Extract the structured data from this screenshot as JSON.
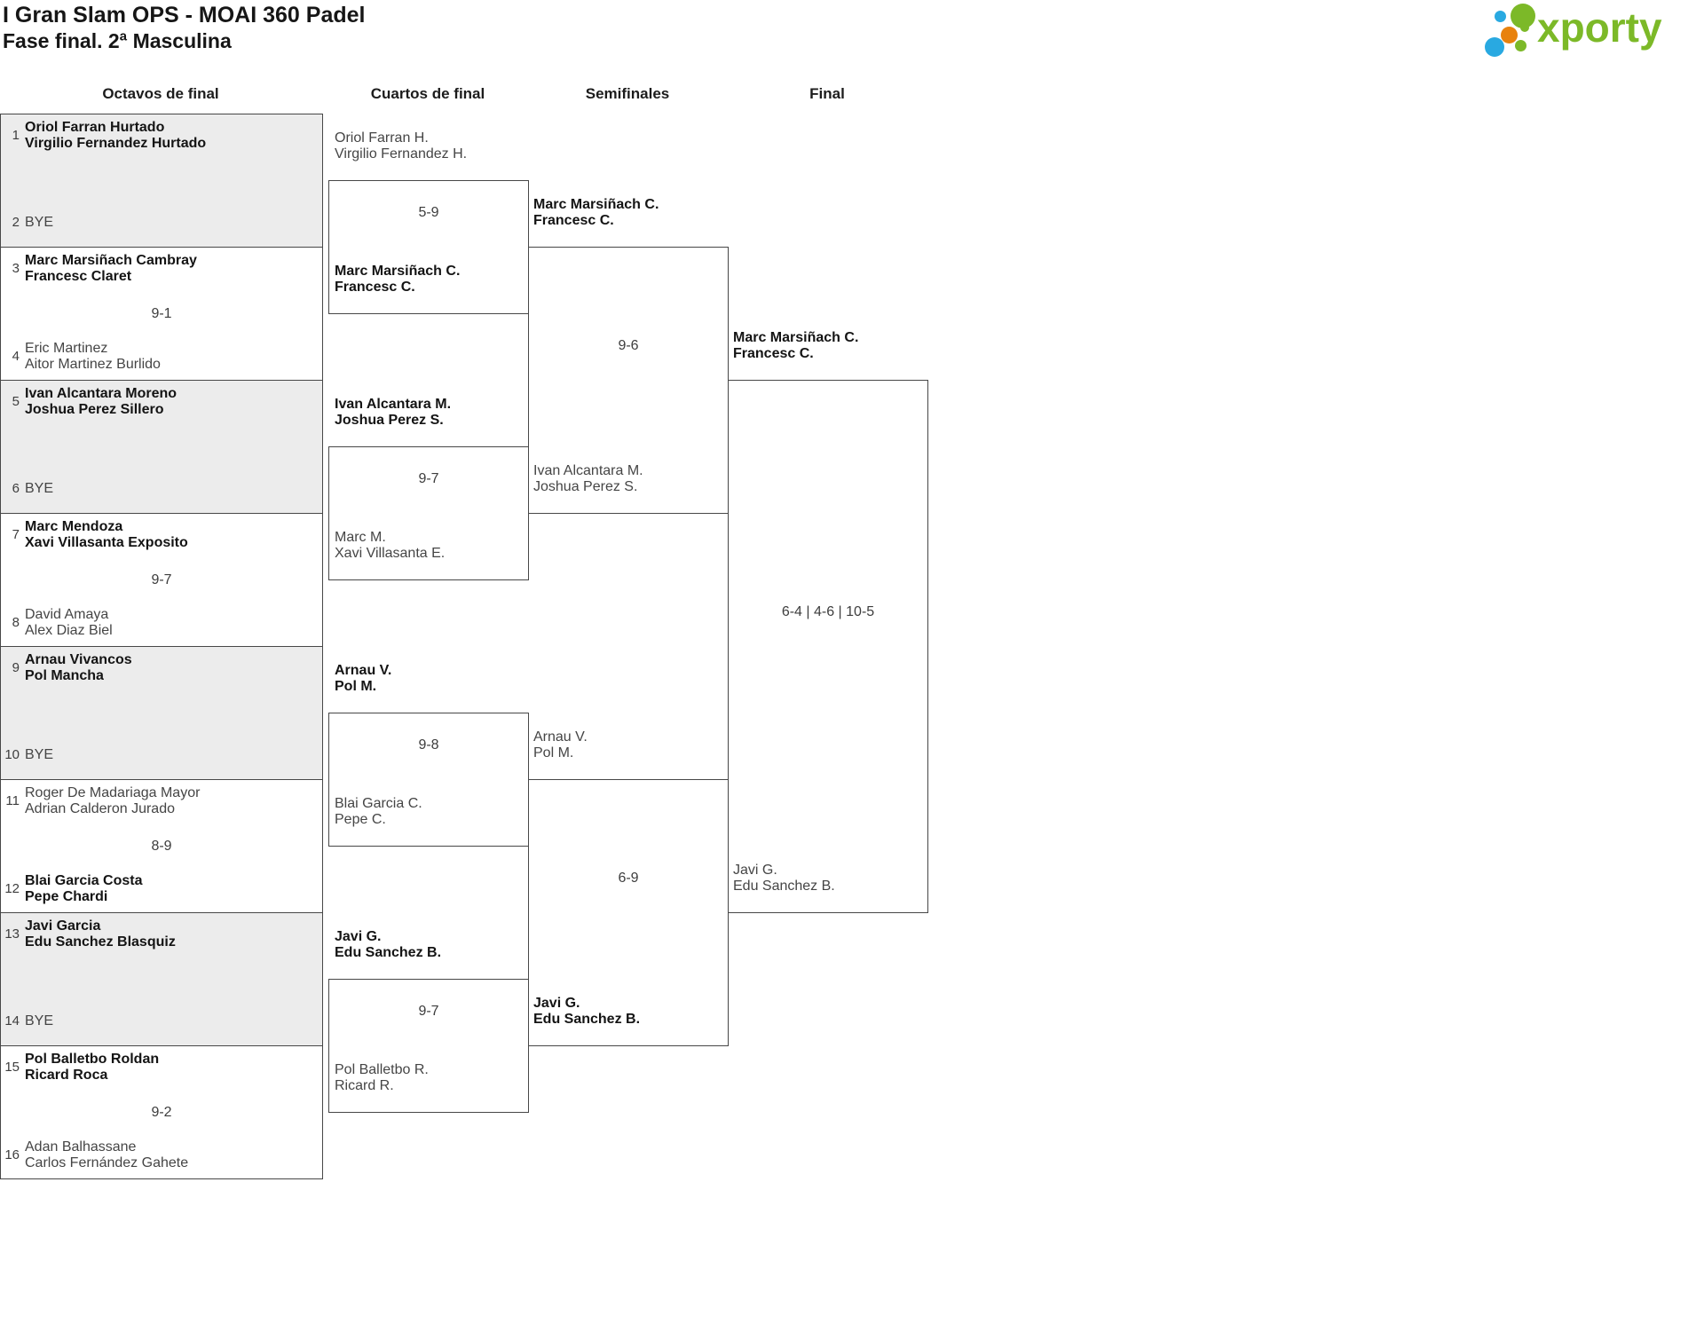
{
  "header": {
    "title_line1": "I Gran Slam OPS - MOAI 360 Padel",
    "title_line2": "Fase final. 2ª Masculina"
  },
  "brand": {
    "wordmark": "xporty"
  },
  "round_headers": {
    "octavos": "Octavos de final",
    "cuartos": "Cuartos de final",
    "semifinales": "Semifinales",
    "final": "Final"
  },
  "octavos": [
    {
      "seed_a": "1",
      "team_a": "Oriol Farran Hurtado\nVirgilio Fernandez Hurtado",
      "bold_a": true,
      "seed_b": "2",
      "team_b": "BYE",
      "bold_b": false
    },
    {
      "seed_a": "3",
      "team_a": "Marc Marsiñach Cambray\nFrancesc Claret",
      "bold_a": true,
      "score": "9-1",
      "seed_b": "4",
      "team_b": "Eric Martinez\nAitor Martinez Burlido",
      "bold_b": false
    },
    {
      "seed_a": "5",
      "team_a": "Ivan Alcantara Moreno\nJoshua Perez Sillero",
      "bold_a": true,
      "seed_b": "6",
      "team_b": "BYE",
      "bold_b": false
    },
    {
      "seed_a": "7",
      "team_a": "Marc Mendoza\nXavi Villasanta Exposito",
      "bold_a": true,
      "score": "9-7",
      "seed_b": "8",
      "team_b": "David Amaya\nAlex Diaz Biel",
      "bold_b": false
    },
    {
      "seed_a": "9",
      "team_a": "Arnau Vivancos\nPol Mancha",
      "bold_a": true,
      "seed_b": "10",
      "team_b": "BYE",
      "bold_b": false
    },
    {
      "seed_a": "11",
      "team_a": "Roger De Madariaga Mayor\nAdrian Calderon Jurado",
      "bold_a": false,
      "score": "8-9",
      "seed_b": "12",
      "team_b": "Blai Garcia Costa\nPepe Chardi",
      "bold_b": true
    },
    {
      "seed_a": "13",
      "team_a": "Javi Garcia\nEdu Sanchez Blasquiz",
      "bold_a": true,
      "seed_b": "14",
      "team_b": "BYE",
      "bold_b": false
    },
    {
      "seed_a": "15",
      "team_a": "Pol Balletbo Roldan\nRicard Roca",
      "bold_a": true,
      "score": "9-2",
      "seed_b": "16",
      "team_b": "Adan Balhassane\nCarlos Fernández Gahete",
      "bold_b": false
    }
  ],
  "cuartos": [
    {
      "team_a": "Oriol Farran H.\nVirgilio Fernandez H.",
      "bold_a": false,
      "score": "5-9",
      "team_b": "Marc Marsiñach C.\nFrancesc C.",
      "bold_b": true
    },
    {
      "team_a": "Ivan Alcantara M.\nJoshua Perez S.",
      "bold_a": true,
      "score": "9-7",
      "team_b": "Marc M.\nXavi Villasanta E.",
      "bold_b": false
    },
    {
      "team_a": "Arnau V.\nPol M.",
      "bold_a": true,
      "score": "9-8",
      "team_b": "Blai Garcia C.\nPepe C.",
      "bold_b": false
    },
    {
      "team_a": "Javi G.\nEdu Sanchez B.",
      "bold_a": true,
      "score": "9-7",
      "team_b": "Pol Balletbo R.\nRicard R.",
      "bold_b": false
    }
  ],
  "semifinales": [
    {
      "team_a": "Marc Marsiñach C.\nFrancesc C.",
      "bold_a": true,
      "score": "9-6",
      "team_b": "Ivan Alcantara M.\nJoshua Perez S.",
      "bold_b": false
    },
    {
      "team_a": "Arnau V.\nPol M.",
      "bold_a": false,
      "score": "6-9",
      "team_b": "Javi G.\nEdu Sanchez B.",
      "bold_b": true
    }
  ],
  "final": {
    "team_a": "Marc Marsiñach C.\nFrancesc C.",
    "bold_a": true,
    "score": "6-4 | 4-6 | 10-5",
    "team_b": "Javi G.\nEdu Sanchez B.",
    "bold_b": false
  },
  "colors": {
    "accent_green": "#7cb928",
    "accent_blue": "#29a9e1",
    "accent_orange": "#e8820e",
    "bye_bg": "#ececec",
    "border": "#474747"
  }
}
